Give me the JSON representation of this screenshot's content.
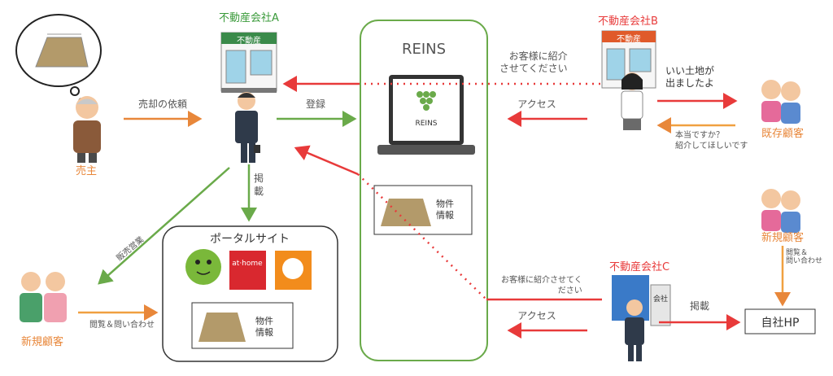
{
  "colors": {
    "orange": "#e8873a",
    "green": "#6aaa4a",
    "red": "#e83a3a",
    "gray_text": "#555555",
    "reins_border": "#6aaa4a"
  },
  "nodes": {
    "seller": "売主",
    "company_a": "不動産会社A",
    "company_b": "不動産会社B",
    "company_c": "不動産会社C",
    "existing_customer": "既存顧客",
    "new_customer_left": "新規顧客",
    "new_customer_right": "新規顧客",
    "reins_title": "REINS",
    "reins_screen_logo": "REINS",
    "portal_title": "ポータルサイト",
    "own_hp": "自社HP",
    "shop_sign": "不動産",
    "building_sign": "会社"
  },
  "portal_logos": {
    "athome": "at·home"
  },
  "property_info": {
    "reins": "物件\n情報",
    "portal": "物件\n情報"
  },
  "edges": {
    "sale_request": "売却の依頼",
    "register": "登録",
    "publish_portal": "掲\n載",
    "sales_activity": "販売営業",
    "browse_inquiry": "閲覧＆問い合わせ",
    "b_intro_request": "お客様に紹介\nさせてください",
    "b_access": "アクセス",
    "b_good_land": "いい土地が\n出ましたよ",
    "existing_reply": "本当ですか？\n紹介してほしいです",
    "c_intro_request": "お客様に紹介させてく\nださい",
    "c_access": "アクセス",
    "c_publish": "掲載",
    "hp_browse_inquiry": "閲覧＆\n問い合わせ"
  }
}
